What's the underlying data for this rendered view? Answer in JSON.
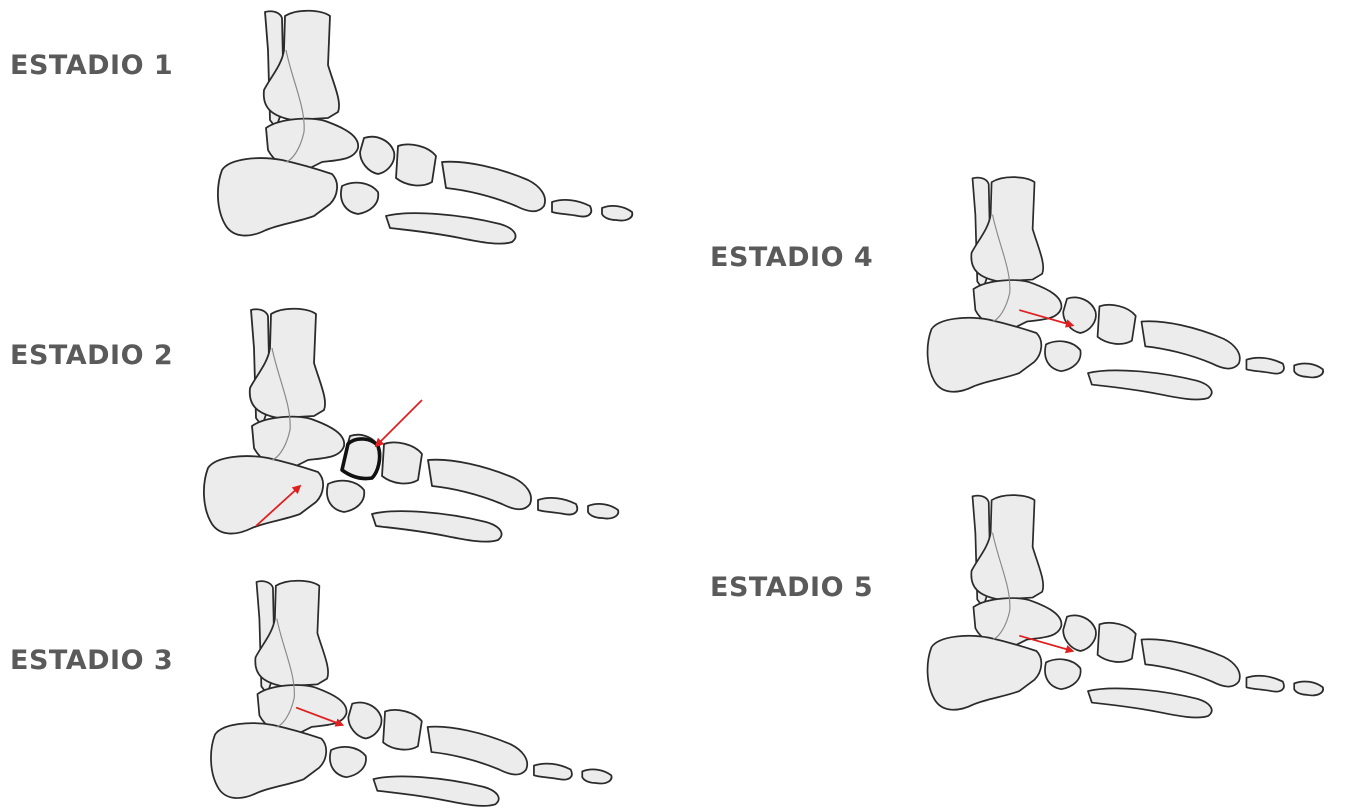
{
  "colors": {
    "label": "#5a5a5a",
    "bone_fill": "#ececec",
    "bone_stroke": "#2b2b2b",
    "arrow": "#e02020"
  },
  "stages": [
    {
      "label": "ESTADIO 1"
    },
    {
      "label": "ESTADIO 2"
    },
    {
      "label": "ESTADIO 3"
    },
    {
      "label": "ESTADIO 4"
    },
    {
      "label": "ESTADIO 5"
    }
  ]
}
